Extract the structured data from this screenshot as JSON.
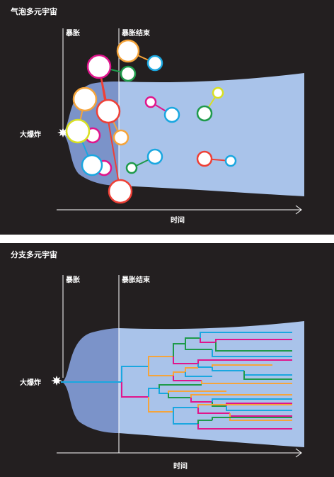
{
  "top_panel": {
    "title": "气泡多元宇宙",
    "inflation_label": "暴胀",
    "inflation_end_label": "暴胀结束",
    "big_bang_label": "大爆炸",
    "time_label": "时间"
  },
  "bottom_panel": {
    "title": "分支多元宇宙",
    "inflation_label": "暴胀",
    "inflation_end_label": "暴胀结束",
    "big_bang_label": "大爆炸",
    "time_label": "时间"
  },
  "colors": {
    "background": "#231f20",
    "inflation_region": "#7b93c9",
    "post_inflation_region": "#a9c3ea",
    "orange": "#f5a43b",
    "green": "#1e9a4a",
    "magenta": "#e0158c",
    "cyan": "#1aa7e0",
    "yellow": "#d9e021",
    "red": "#ee4036"
  }
}
